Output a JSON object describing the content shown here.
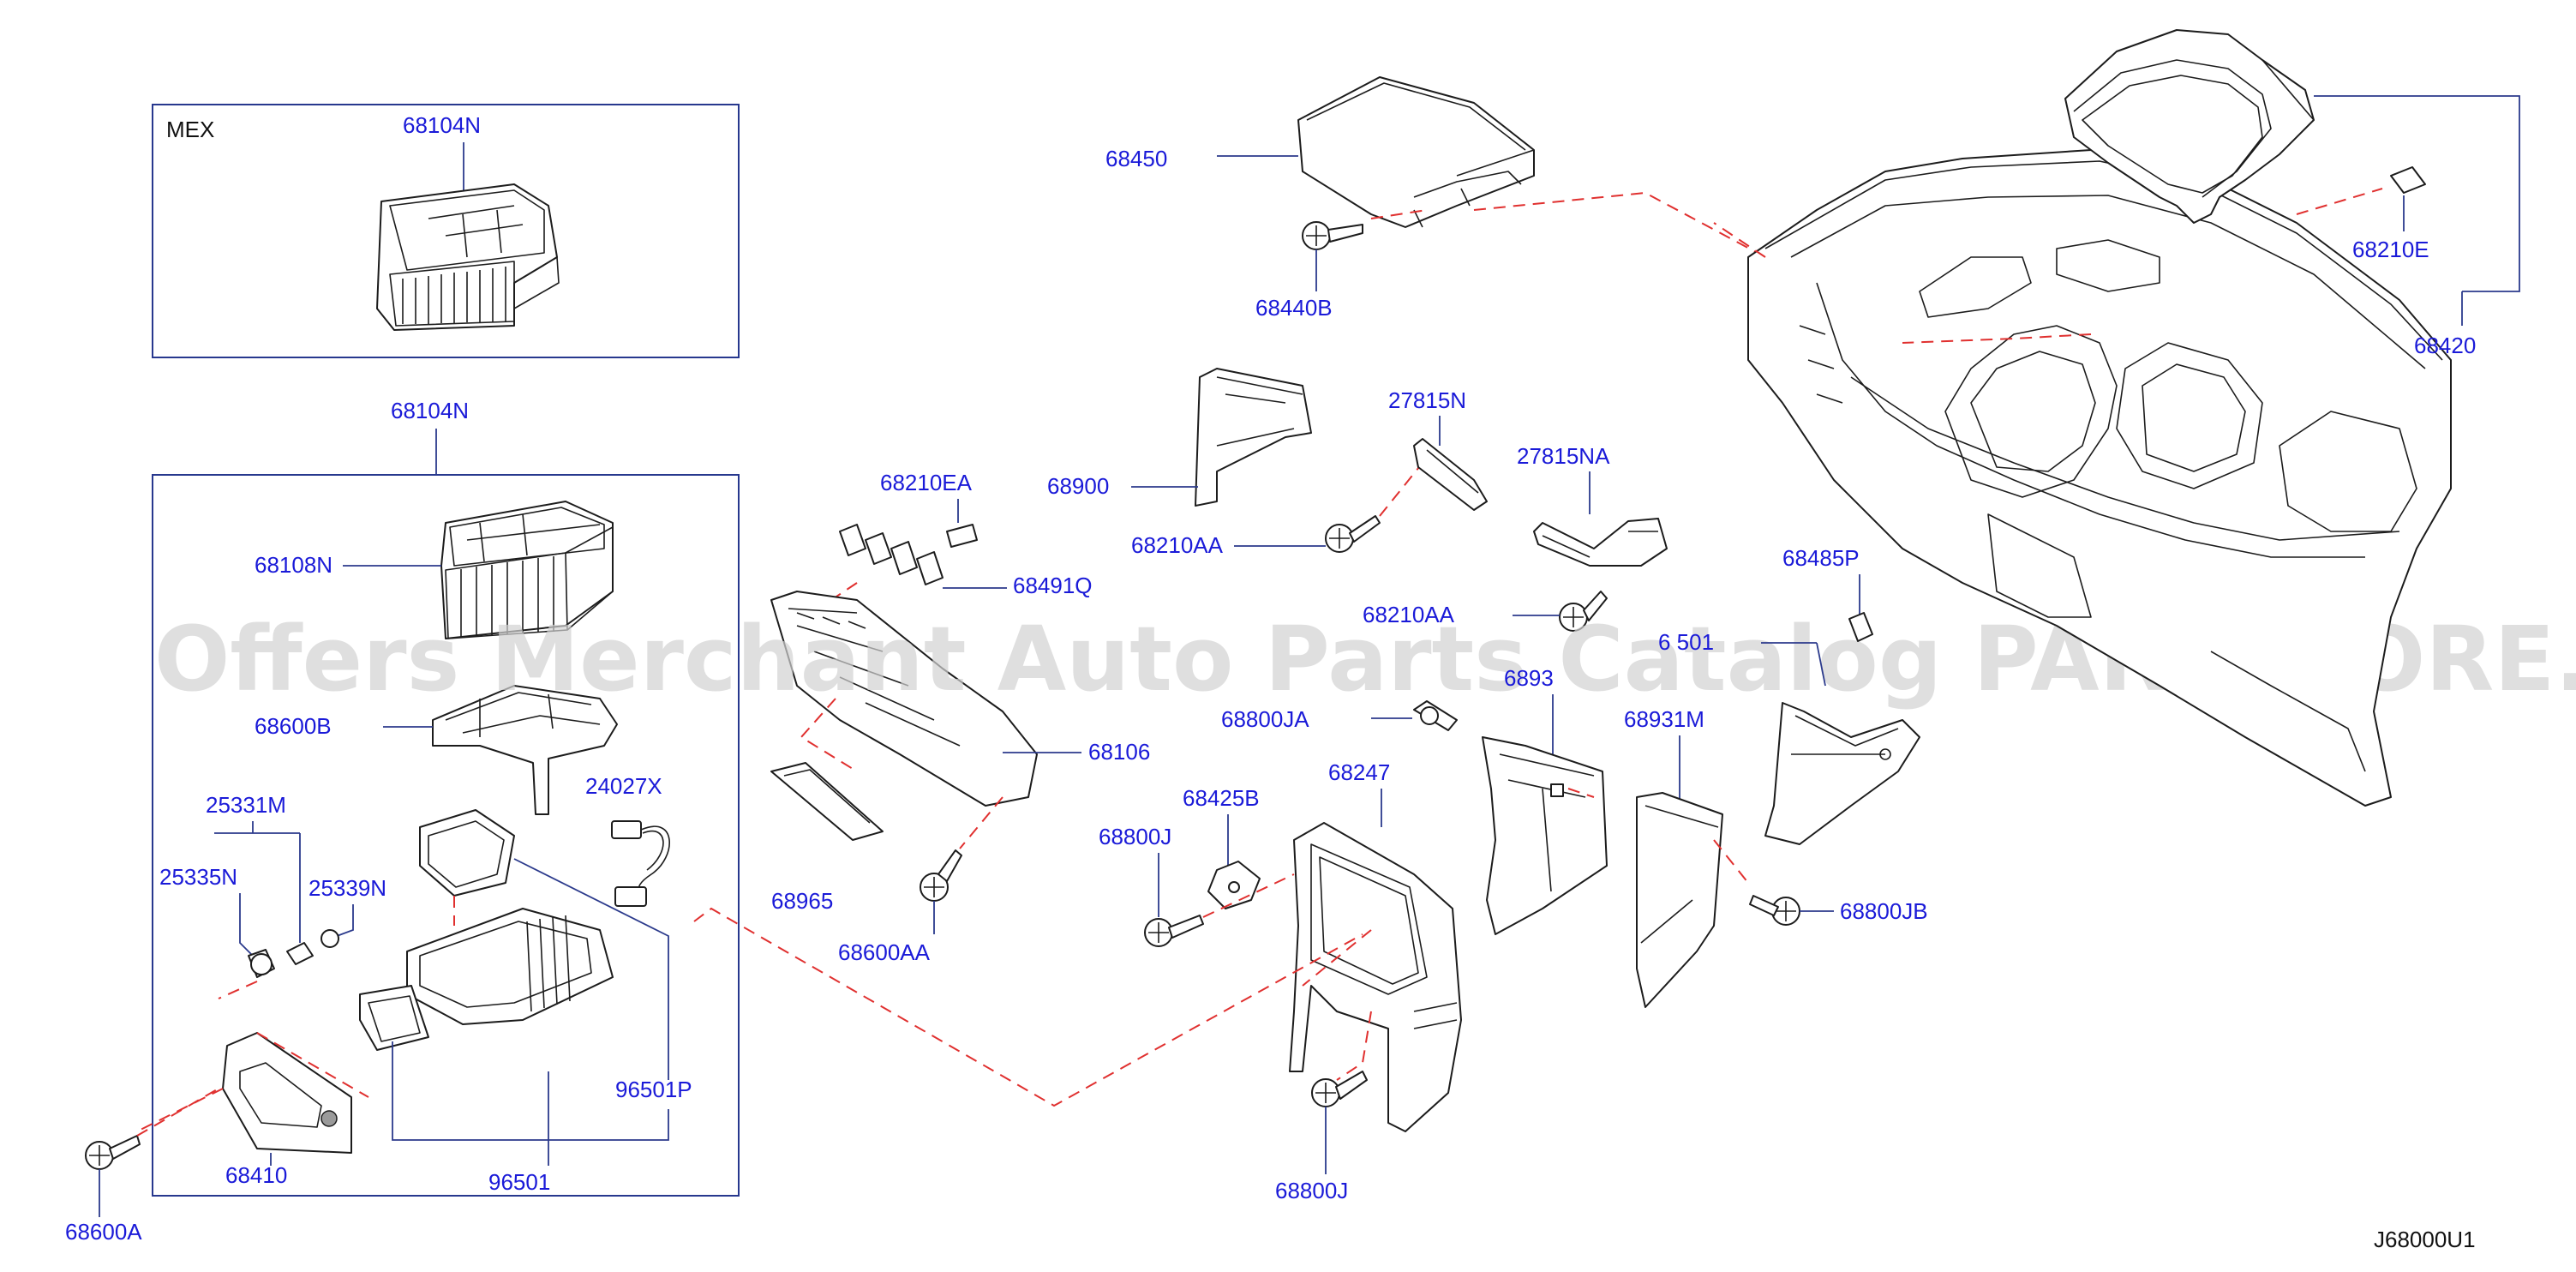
{
  "diagram_code": "J68000U1",
  "watermark": "Offers Merchant Auto Parts Catalog PARTSTORE.SA",
  "variant_box": {
    "label": "MEX",
    "part": "68104N"
  },
  "assembly_box": {
    "part": "68104N"
  },
  "labels": {
    "p68108N": "68108N",
    "p68600B": "68600B",
    "p24027X": "24027X",
    "p25331M": "25331M",
    "p25335N": "25335N",
    "p25339N": "25339N",
    "p96501P": "96501P",
    "p68410": "68410",
    "p96501": "96501",
    "p68600A": "68600A",
    "p68210EA": "68210EA",
    "p68491Q": "68491Q",
    "p68106": "68106",
    "p68965": "68965",
    "p68600AA": "68600AA",
    "p68450": "68450",
    "p68440B": "68440B",
    "p68900": "68900",
    "p68210AA_1": "68210AA",
    "p27815N": "27815N",
    "p27815NA": "27815NA",
    "p68210AA_2": "68210AA",
    "p68800JA": "68800JA",
    "p68425B": "68425B",
    "p68800J_1": "68800J",
    "p68247": "68247",
    "p68800J_2": "68800J",
    "p68931M": "68931M",
    "p68485P": "68485P",
    "p68800JB": "68800JB",
    "p68210E": "68210E",
    "p68420": "68420",
    "p68501_partial": "6 501",
    "p6893_partial": "6893"
  },
  "colors": {
    "label": "#1a1ad8",
    "leader": "#2b3a8c",
    "dashed_link": "#e0302f",
    "watermark": "#d2d2d2"
  }
}
